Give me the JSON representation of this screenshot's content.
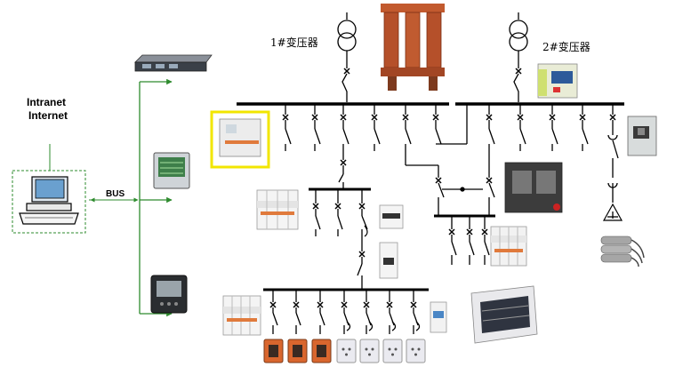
{
  "transformer_1": {
    "label": "1#变压器"
  },
  "transformer_2": {
    "label": "2#变压器"
  },
  "network": {
    "label_line1": "Intranet",
    "label_line2": "Internet"
  },
  "bus": {
    "label": "BUS"
  },
  "colors": {
    "bus_green": "#2e8b2e",
    "highlight_yellow": "#f2e600",
    "transformer_red": "#b5502a",
    "fuse_orange": "#d9662e",
    "line_black": "#000000"
  }
}
